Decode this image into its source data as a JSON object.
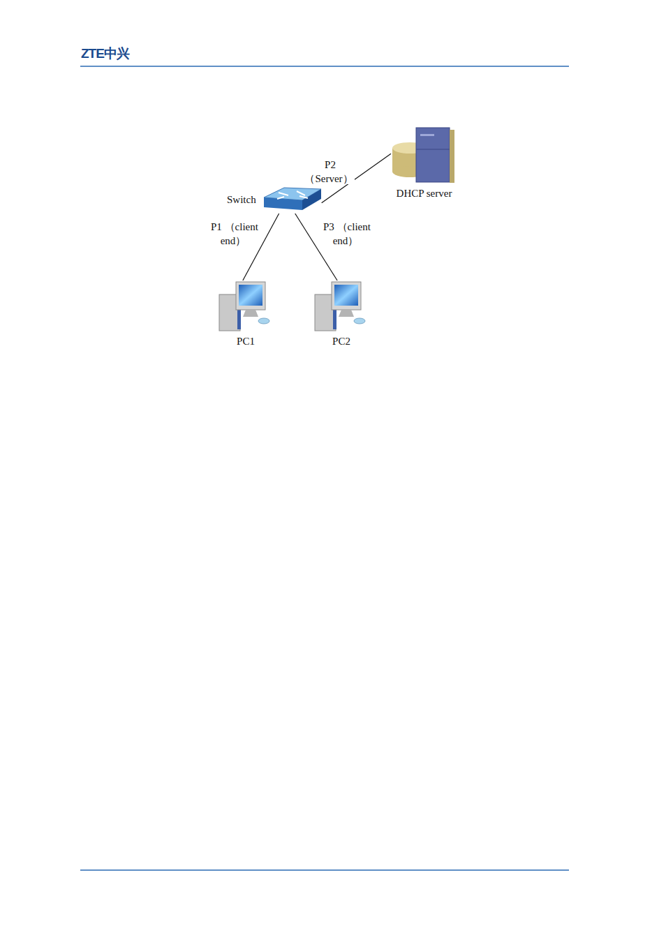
{
  "diagram": {
    "nodes": [
      {
        "text": [
          "Switch"
        ]
      },
      {
        "text": [
          "DHCP server"
        ]
      },
      {
        "text": [
          "PC1"
        ]
      },
      {
        "text": [
          "PC2"
        ]
      }
    ],
    "edges": [
      {
        "from": 0,
        "to": 1,
        "arrow": "none",
        "label": "P2 （Server）"
      },
      {
        "from": 0,
        "to": 2,
        "arrow": "none",
        "label": "P1 （client end）"
      },
      {
        "from": 0,
        "to": 3,
        "arrow": "none",
        "label": "P3 （client end）"
      }
    ],
    "labels": [
      "ZTE中兴"
    ]
  }
}
